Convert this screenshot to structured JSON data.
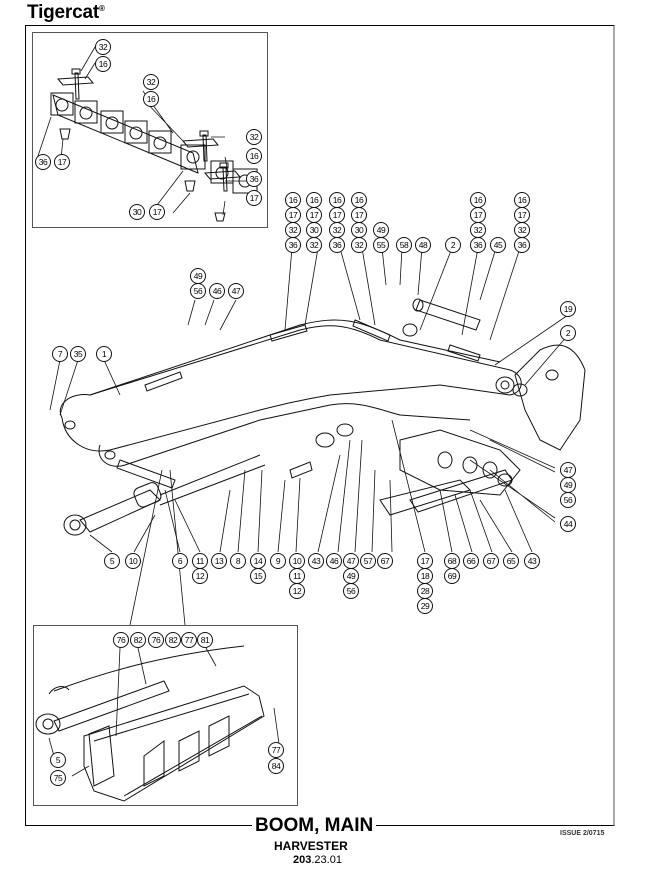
{
  "header": {
    "brand": "Tigercat",
    "brand_mark": "®"
  },
  "footer": {
    "title": "BOOM, MAIN",
    "subtitle": "HARVESTER",
    "code_prefix": "203",
    "code_suffix": ".23.01",
    "issue": "ISSUE 2/0715"
  },
  "inset_top": {
    "callouts": [
      "32",
      "16",
      "32",
      "16",
      "36",
      "17",
      "32",
      "16",
      "36",
      "17",
      "30",
      "17"
    ]
  },
  "main": {
    "top_groups": [
      [
        "16",
        "17",
        "32",
        "36"
      ],
      [
        "16",
        "17",
        "30",
        "32"
      ],
      [
        "16",
        "17",
        "32",
        "36"
      ],
      [
        "16",
        "17",
        "30",
        "32"
      ],
      [
        "49",
        "55"
      ],
      [
        "58"
      ],
      [
        "48"
      ],
      [
        "2"
      ],
      [
        "16",
        "17",
        "32",
        "36"
      ],
      [
        "45"
      ],
      [
        "16",
        "17",
        "32",
        "36"
      ]
    ],
    "upper_left": [
      "49",
      "56",
      "46",
      "47"
    ],
    "left": [
      "7",
      "35",
      "1"
    ],
    "right": [
      "19",
      "2",
      "47",
      "49",
      "56",
      "44"
    ],
    "bottom_groups": [
      [
        "5"
      ],
      [
        "10"
      ],
      [
        "6"
      ],
      [
        "11",
        "12"
      ],
      [
        "13"
      ],
      [
        "8"
      ],
      [
        "14",
        "15"
      ],
      [
        "9"
      ],
      [
        "10",
        "11",
        "12"
      ],
      [
        "43"
      ],
      [
        "46"
      ],
      [
        "47",
        "49",
        "56"
      ],
      [
        "57"
      ],
      [
        "67"
      ],
      [
        "17",
        "18",
        "28",
        "29"
      ],
      [
        "68",
        "69"
      ],
      [
        "66"
      ],
      [
        "67"
      ],
      [
        "65"
      ],
      [
        "43"
      ]
    ]
  },
  "inset_bottom": {
    "callouts": [
      "76",
      "82",
      "76",
      "82",
      "77",
      "81",
      "77",
      "84",
      "5",
      "75"
    ]
  }
}
